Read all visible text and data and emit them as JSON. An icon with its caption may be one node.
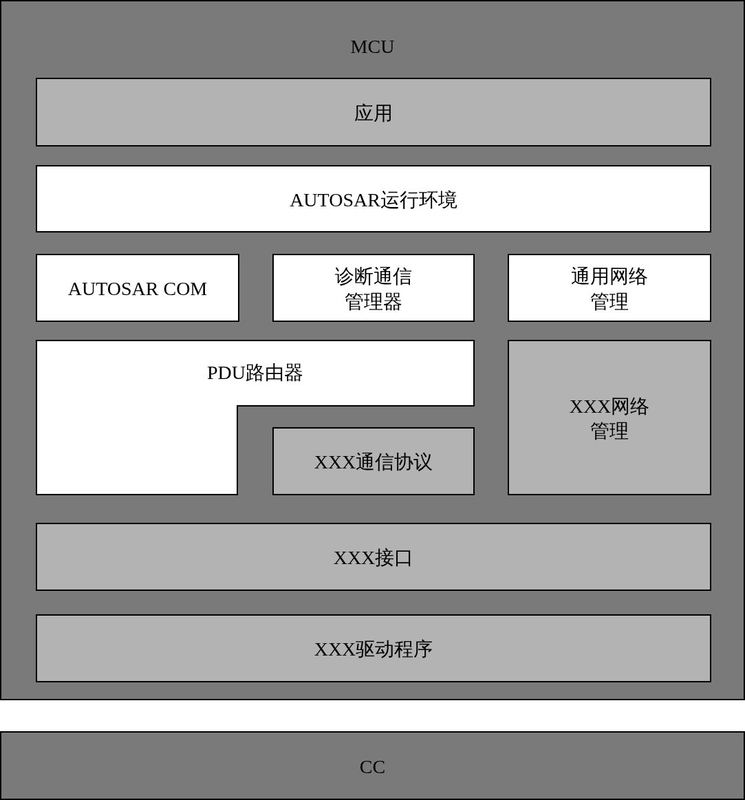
{
  "diagram": {
    "nodes": [
      {
        "text": [
          "MCU"
        ]
      },
      {
        "text": [
          "应用"
        ],
        "in": 0
      },
      {
        "text": [
          "AUTOSAR运行环境"
        ],
        "in": 0
      },
      {
        "text": [
          "AUTOSAR COM"
        ],
        "in": 0
      },
      {
        "text": [
          "诊断通信管理器"
        ],
        "in": 0
      },
      {
        "text": [
          "通用网络管理"
        ],
        "in": 0
      },
      {
        "text": [
          "PDU路由器"
        ],
        "in": 0
      },
      {
        "text": [
          "XXX通信协议"
        ],
        "in": 0
      },
      {
        "text": [
          "XXX网络管理"
        ],
        "in": 0
      },
      {
        "text": [
          "XXX接口"
        ],
        "in": 0
      },
      {
        "text": [
          "XXX驱动程序"
        ],
        "in": 0
      },
      {
        "text": [
          "CC"
        ]
      }
    ],
    "edges": []
  }
}
